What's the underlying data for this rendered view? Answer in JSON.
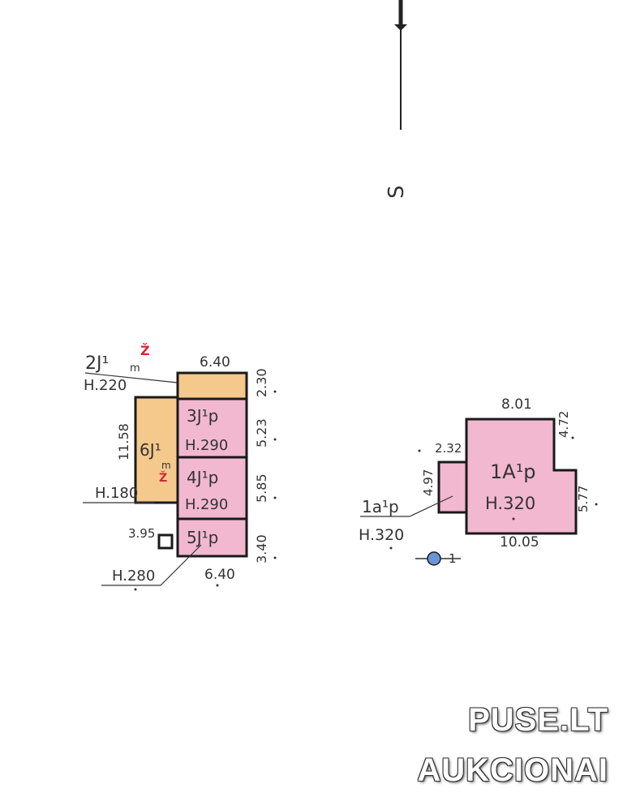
{
  "colors": {
    "pink_fill": "#f2b8d0",
    "orange_fill": "#f5c98c",
    "outline": "#1a1a1a",
    "marker_blue": "#6a95d8",
    "red_note": "#d8243a"
  },
  "north_arrow": {
    "label": "S"
  },
  "left_building": {
    "blocks": [
      {
        "id": "2J1",
        "code": "2J¹",
        "suffix": "m",
        "height": "H.220",
        "color": "orange"
      },
      {
        "id": "3J1",
        "code": "3J¹p",
        "height": "H.290",
        "color": "pink"
      },
      {
        "id": "4J1",
        "code": "4J¹p",
        "height": "H.290",
        "color": "pink"
      },
      {
        "id": "5J1",
        "code": "5J¹p",
        "height": "H.280",
        "color": "pink"
      },
      {
        "id": "6J1",
        "code": "6J¹",
        "suffix": "m",
        "height": "H.180",
        "color": "orange"
      }
    ],
    "dims": {
      "top": "6.40",
      "bottom": "6.40",
      "right_1": "2.30",
      "right_2": "5.23",
      "right_3": "5.85",
      "right_4": "3.40",
      "left": "11.58",
      "small": "3.95"
    },
    "red_marks": [
      "Ž",
      "Ž"
    ]
  },
  "right_building": {
    "main": {
      "code": "1A¹p",
      "height": "H.320"
    },
    "annex": {
      "code": "1a¹p",
      "height": "H.320"
    },
    "dims": {
      "top": "8.01",
      "right_top": "4.72",
      "right": "5.77",
      "bottom": "10.05",
      "annex_top": "2.32",
      "annex_side": "4.97"
    },
    "marker_label": "1"
  },
  "watermark": {
    "line1": "PUSE.LT",
    "line2": "AUKCIONAI"
  }
}
